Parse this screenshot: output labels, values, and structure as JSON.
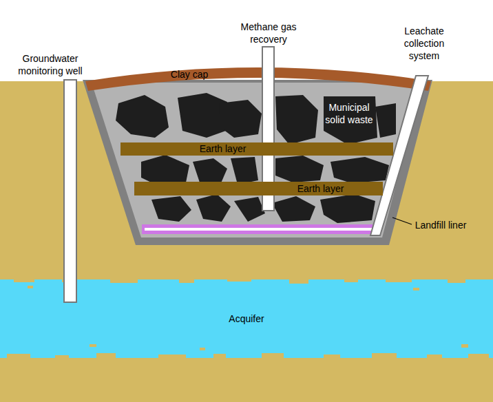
{
  "diagram": {
    "nodes": [
      {
        "text": [
          "Clay cap"
        ]
      },
      {
        "text": [
          "Earth layer"
        ]
      },
      {
        "text": [
          "Earth layer"
        ]
      },
      {
        "text": [
          "Acquifer"
        ]
      }
    ],
    "labels": [
      "Groundwater monitoring well",
      "Methane gas recovery",
      "Leachate collection system",
      "Municipal solid waste",
      "Landfill liner"
    ]
  }
}
